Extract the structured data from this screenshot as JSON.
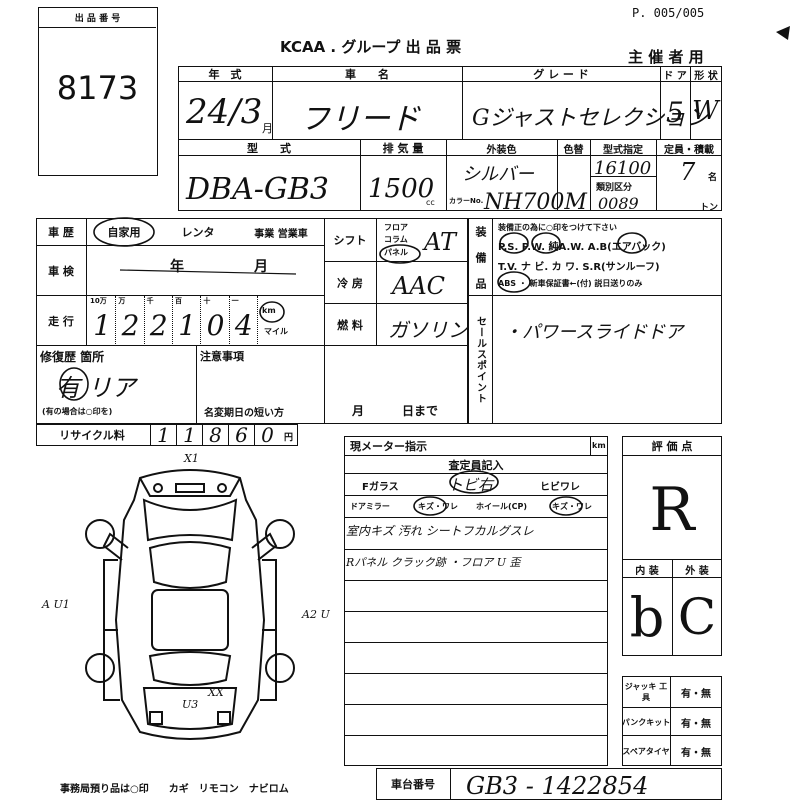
{
  "header": {
    "lot_label": "出 品 番 号",
    "lot_number": "8173",
    "page": "P. 005/005",
    "title": "KCAA . グループ  出 品 票",
    "organizer": "主 催 者 用"
  },
  "vehicle": {
    "year_label": "年　式",
    "year_value": "24/3",
    "year_unit": "月",
    "name_label": "車　　名",
    "name_value": "フリード",
    "grade_label": "グ レ ー ド",
    "grade_value": "Gジャストセレクション",
    "doors_label": "ド ア",
    "doors_value": "5",
    "shape_label": "形 状",
    "shape_value": "W",
    "model_label": "型　　式",
    "model_value": "DBA-GB3",
    "displacement_label": "排 気 量",
    "displacement_value": "1500",
    "displacement_unit": "cc",
    "color_label": "外装色",
    "color_value": "シルバー",
    "color_no_label": "カラーNo.",
    "color_no_value": "NH700M",
    "paint_label": "色替",
    "model_designation_label": "型式指定",
    "model_designation_value": "16100",
    "category_no_label": "類別区分",
    "category_no_value": "0089",
    "capacity_label": "定員・積載",
    "capacity_value": "7",
    "capacity_unit": "名",
    "load_unit": "トン"
  },
  "history": {
    "history_label": "車 歴",
    "history_options": [
      "自家用",
      "レンタ",
      "事業 営業車"
    ],
    "inspection_label": "車 検",
    "inspection_value": "年　月",
    "inspection_year": "年",
    "inspection_month": "月",
    "mileage_label": "走 行",
    "mileage_digits": [
      "1",
      "2",
      "2",
      "1",
      "0",
      "4"
    ],
    "mileage_place_labels": [
      "10万",
      "万",
      "千",
      "百",
      "十",
      "一"
    ],
    "mileage_unit_km": "km",
    "mileage_unit_mile": "マイル",
    "repair_label": "修復歴 箇所",
    "repair_value": "有 リア",
    "repair_note": "(有の場合は○印を)",
    "recycle_label": "リサイクル料",
    "recycle_digits": [
      "1",
      "1",
      "8",
      "6",
      "0"
    ],
    "recycle_unit": "円"
  },
  "drivetrain": {
    "shift_label": "シフト",
    "shift_options": [
      "フロア",
      "コラム",
      "パネル"
    ],
    "shift_value": "AT",
    "ac_label": "冷 房",
    "ac_value": "AAC",
    "fuel_label": "燃 料",
    "fuel_value": "ガソリン"
  },
  "equipment": {
    "label": "装 備 品",
    "instruction": "装備正の為に○印をつけて下さい",
    "row1": "P.S. P.W. 純A.W. A.B(エアバック)",
    "row2": "T.V. ナ ビ. カ ワ. S.R(サンルーフ)",
    "row3": "ABS ・ 新車保証書←(付) 説日送りのみ"
  },
  "notes": {
    "caution_label": "注意事項",
    "expiry_label": "名変期日の短い方",
    "expiry_month": "月",
    "expiry_day": "日まで",
    "sales_point_label": "セールスポイント",
    "sales_point_value": "・パワースライドドア"
  },
  "inspection": {
    "meter_label": "現メーター指示",
    "meter_unit": "km",
    "inspector_label": "査定員記入",
    "fglass_label": "Fガラス",
    "fglass_value": "トビ右",
    "fglass_option": "ヒビワレ",
    "mirror_label": "ドアミラー",
    "mirror_value": "キズ・ワレ",
    "wheel_label": "ホイール(CP)",
    "wheel_value": "キズ・ワレ",
    "remark1": "室内キズ 汚れ シートフカルグスレ",
    "remark2": "Rパネル クラック跡 ・フロア U 歪"
  },
  "rating": {
    "label": "評 価 点",
    "score": "R",
    "interior_label": "内 装",
    "exterior_label": "外 装",
    "interior_value": "b",
    "exterior_value": "C"
  },
  "accessories": {
    "jack_label": "ジャッキ 工 具",
    "jack_value": "有・無",
    "puncture_label": "パンクキット",
    "puncture_value": "有・無",
    "spare_label": "スペアタイヤ",
    "spare_value": "有・無"
  },
  "diagram": {
    "mark_front": "X1",
    "mark_left": "A U1",
    "mark_right": "A2 U",
    "mark_rear_left": "XX",
    "mark_rear": "U3"
  },
  "footer": {
    "office_note": "事務局預り品は○印　　カギ　リモコン　ナビロム",
    "chassis_label": "車台番号",
    "chassis_value": "GB3 - 1422854"
  }
}
